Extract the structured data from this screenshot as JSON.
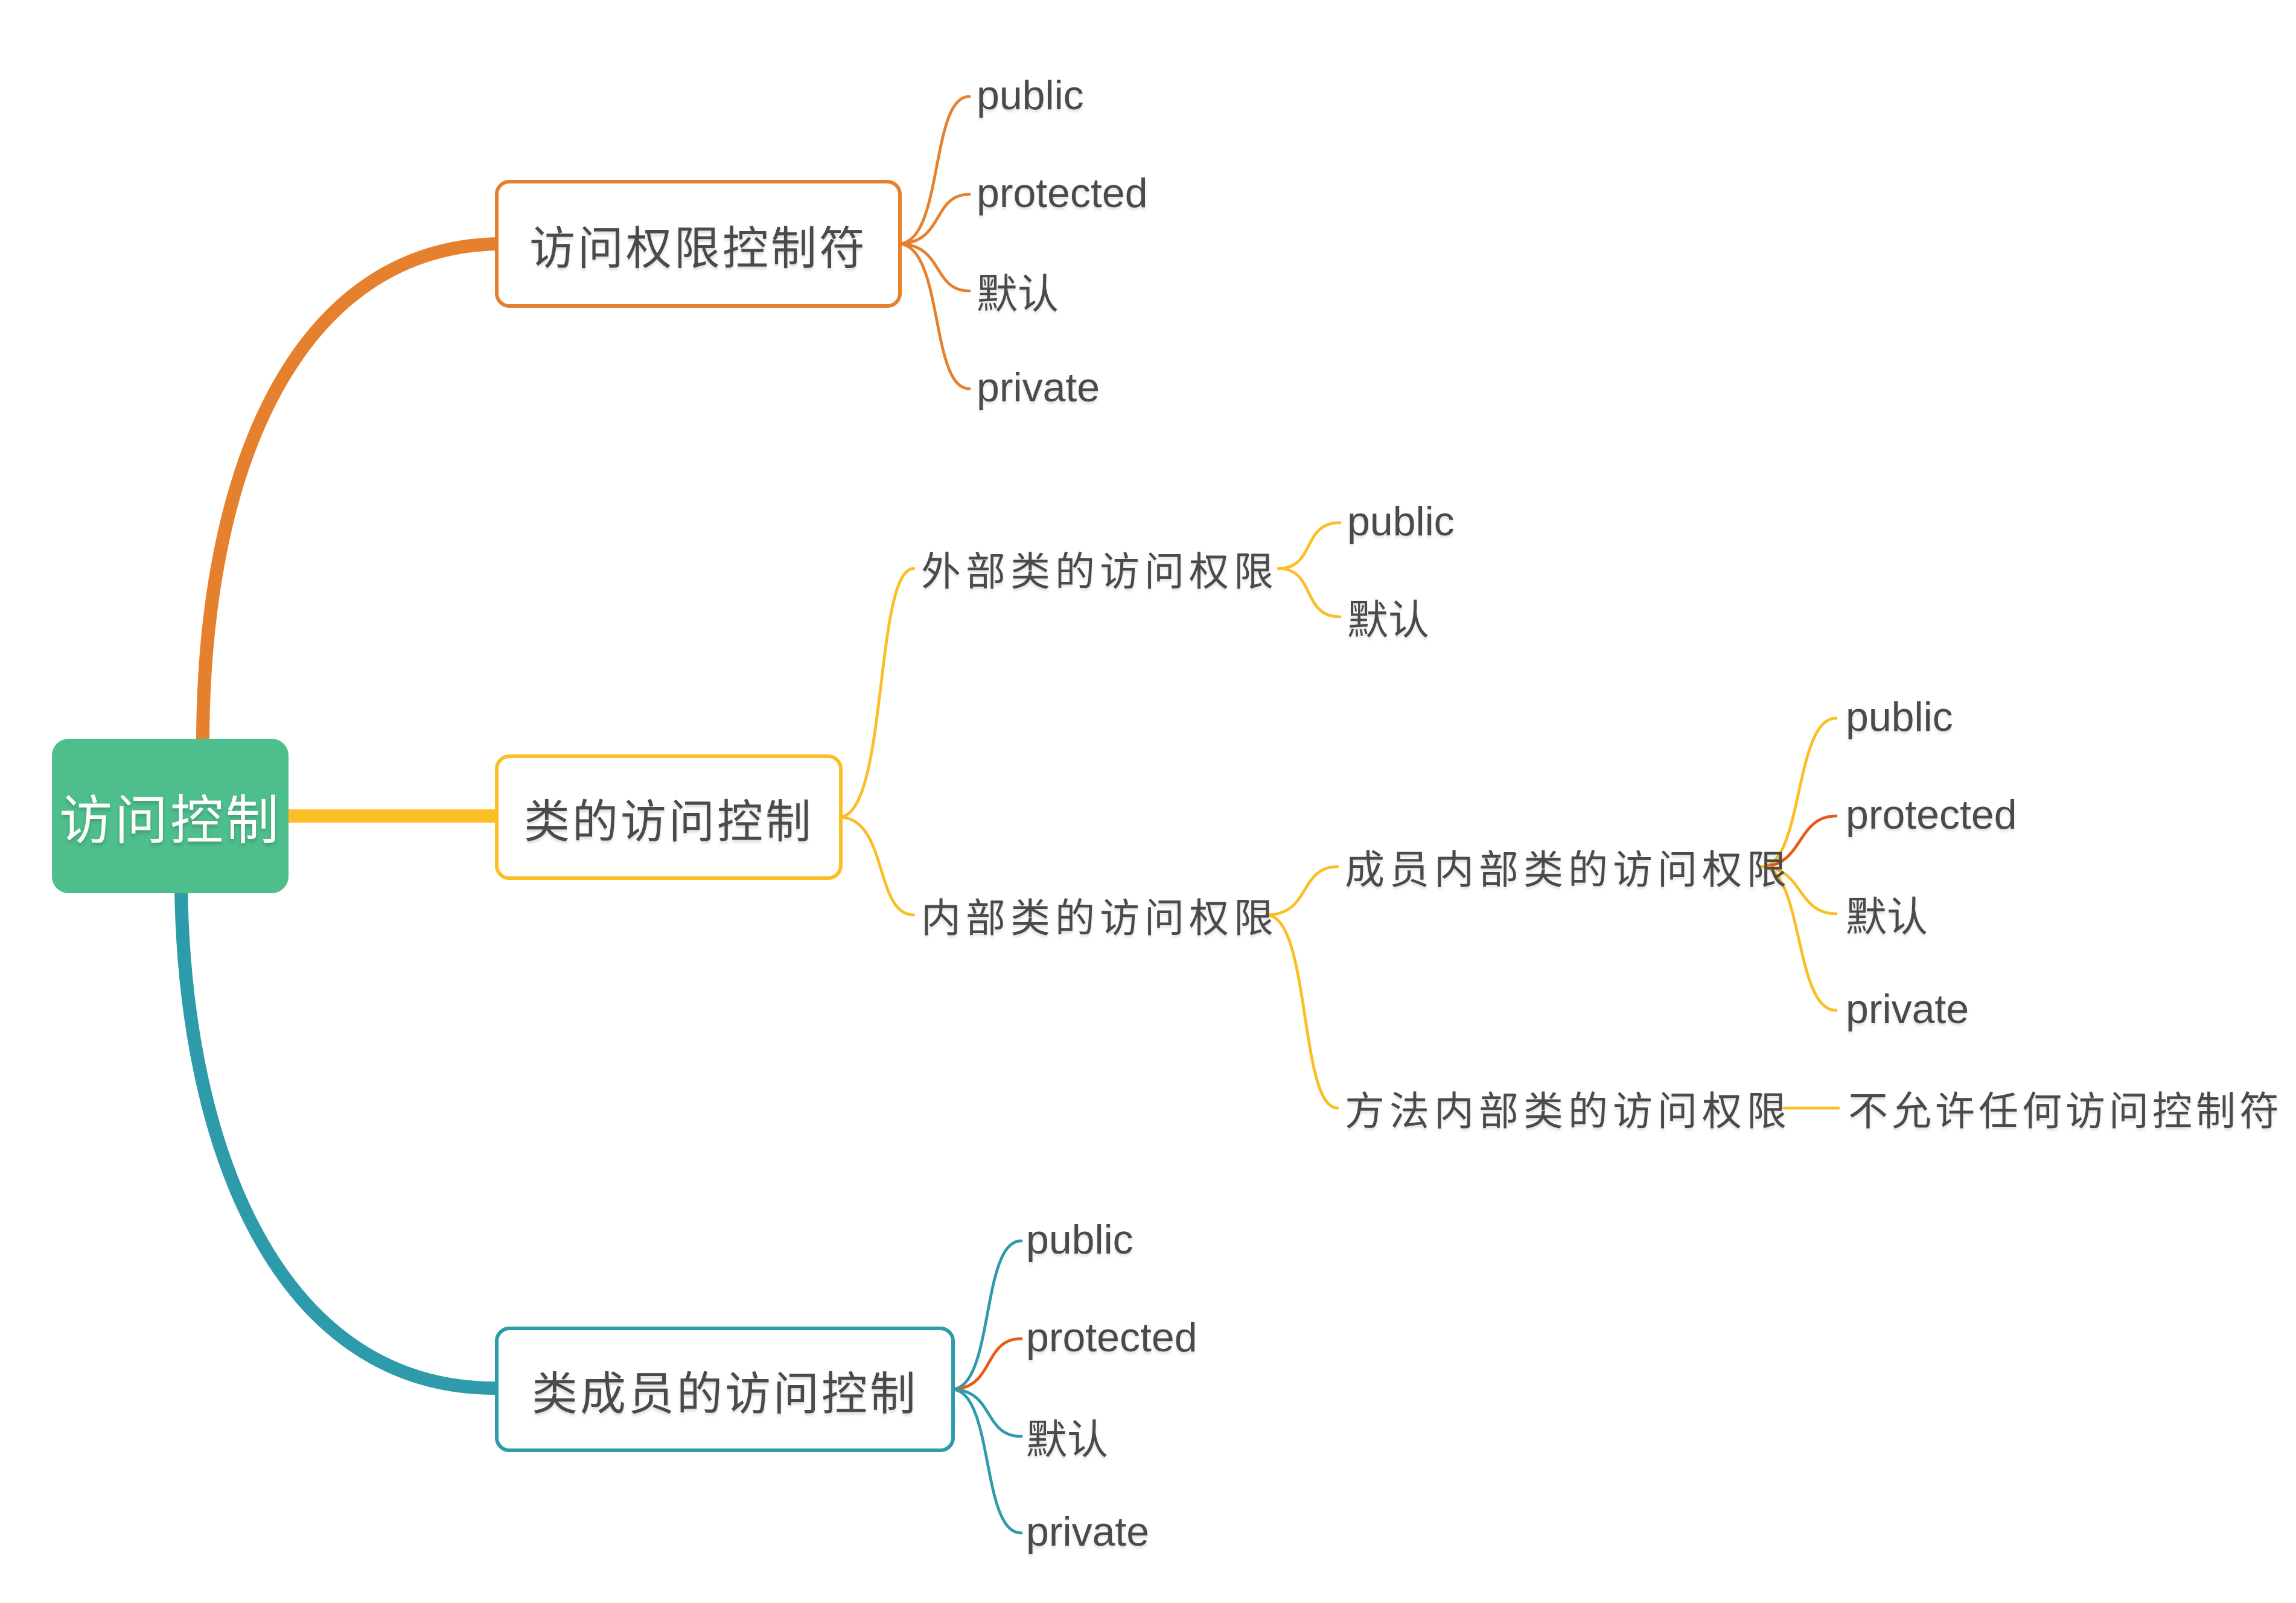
{
  "colors": {
    "root_bg": "#4DBE8C",
    "branch_orange": "#E5812E",
    "branch_yellow": "#FBBE26",
    "branch_teal": "#2E9BAA",
    "accent_red_orange": "#E85A18",
    "node_text": "#4A4A4A",
    "root_text": "#FFFFFF"
  },
  "root": {
    "label": "访问控制"
  },
  "branches": [
    {
      "label": "访问权限控制符",
      "color": "#E5812E",
      "children": [
        {
          "label": "public"
        },
        {
          "label": "protected"
        },
        {
          "label": "默认"
        },
        {
          "label": "private"
        }
      ]
    },
    {
      "label": "类的访问控制",
      "color": "#FBBE26",
      "children": [
        {
          "label": "外部类的访问权限",
          "children": [
            {
              "label": "public"
            },
            {
              "label": "默认"
            }
          ]
        },
        {
          "label": "内部类的访问权限",
          "children": [
            {
              "label": "成员内部类的访问权限",
              "children": [
                {
                  "label": "public"
                },
                {
                  "label": "protected",
                  "connector_color": "#E85A18"
                },
                {
                  "label": "默认"
                },
                {
                  "label": "private"
                }
              ]
            },
            {
              "label": "方法内部类的访问权限",
              "children": [
                {
                  "label": "不允许任何访问控制符"
                }
              ]
            }
          ]
        }
      ]
    },
    {
      "label": "类成员的访问控制",
      "color": "#2E9BAA",
      "children": [
        {
          "label": "public"
        },
        {
          "label": "protected",
          "connector_color": "#E85A18"
        },
        {
          "label": "默认"
        },
        {
          "label": "private"
        }
      ]
    }
  ]
}
